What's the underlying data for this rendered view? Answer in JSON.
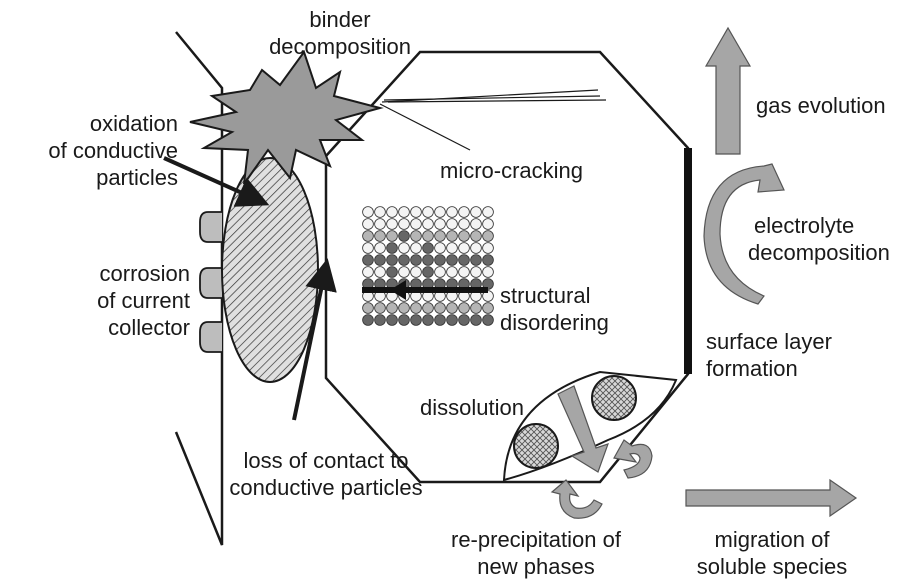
{
  "labels": {
    "binder_1": "binder",
    "binder_2": "decomposition",
    "oxidation_1": "oxidation",
    "oxidation_2": "of conductive",
    "oxidation_3": "particles",
    "corrosion_1": "corrosion",
    "corrosion_2": "of current",
    "corrosion_3": "collector",
    "micro_cracking": "micro-cracking",
    "structural_1": "structural",
    "structural_2": "disordering",
    "dissolution": "dissolution",
    "loss_1": "loss of contact to",
    "loss_2": "conductive particles",
    "reprecip_1": "re-precipitation of",
    "reprecip_2": "new phases",
    "migration_1": "migration of",
    "migration_2": "soluble species",
    "gas": "gas evolution",
    "electrolyte_1": "electrolyte",
    "electrolyte_2": "decomposition",
    "surface_1": "surface layer",
    "surface_2": "formation"
  },
  "colors": {
    "line": "#1a1a1a",
    "arrow_fill": "#a6a6a6",
    "starburst_fill": "#9a9a9a",
    "particle_fill": "#c4c4c4",
    "lattice_dark": "#666666",
    "lattice_light": "#f4f4f4"
  }
}
